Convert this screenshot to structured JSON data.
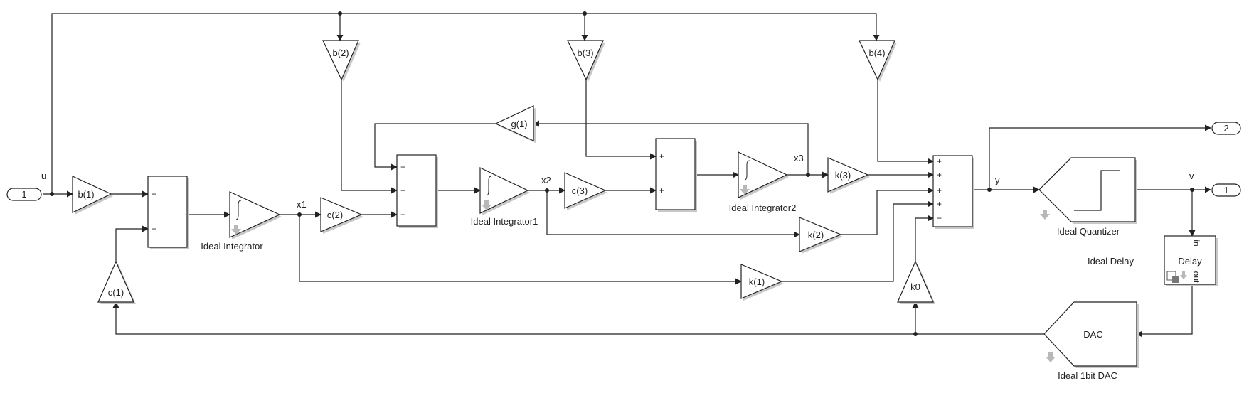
{
  "ports": {
    "in1": "1",
    "out1": "1",
    "out2": "2"
  },
  "signals": {
    "u": "u",
    "x1": "x1",
    "x2": "x2",
    "x3": "x3",
    "y": "y",
    "v": "v"
  },
  "gains": {
    "b1": "b(1)",
    "b2": "b(2)",
    "b3": "b(3)",
    "b4": "b(4)",
    "c1": "c(1)",
    "c2": "c(2)",
    "c3": "c(3)",
    "g1": "g(1)",
    "k0": "k0",
    "k1": "k(1)",
    "k2": "k(2)",
    "k3": "k(3)"
  },
  "blocks": {
    "int0": "Ideal Integrator",
    "int1": "Ideal Integrator1",
    "int2": "Ideal Integrator2",
    "quant": "Ideal Quantizer",
    "dac_label": "DAC",
    "dac": "Ideal 1bit DAC",
    "delay_label": "Delay",
    "delay": "Ideal Delay",
    "delay_in": "in",
    "delay_out": "out"
  },
  "sum_signs": {
    "plus": "+",
    "minus": "−"
  }
}
